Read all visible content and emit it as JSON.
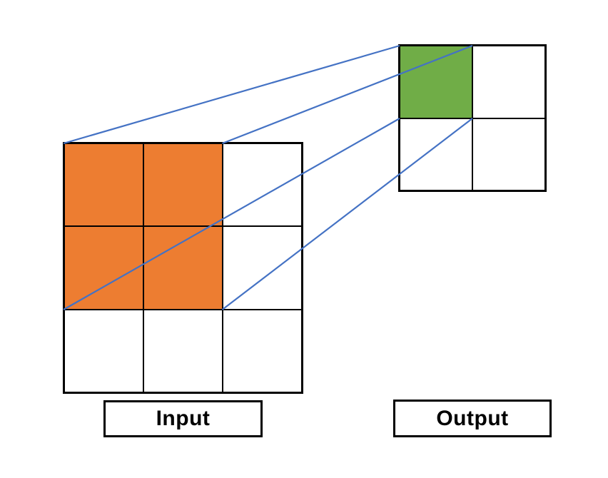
{
  "colors": {
    "background": "#FFFFFF",
    "grid-line": "#000000",
    "connector-blue": "#4472C4",
    "highlight-orange": "#ED7D31",
    "highlight-green": "#70AD47"
  },
  "input_grid": {
    "label": "Input",
    "rows": 3,
    "cols": 3,
    "highlighted_cells": [
      [
        0,
        0
      ],
      [
        0,
        1
      ],
      [
        1,
        0
      ],
      [
        1,
        1
      ]
    ],
    "highlight_color": "#ED7D31"
  },
  "output_grid": {
    "label": "Output",
    "rows": 2,
    "cols": 2,
    "highlighted_cells": [
      [
        0,
        0
      ]
    ],
    "highlight_color": "#70AD47"
  },
  "connections": [
    {
      "from": "input-highlight-corner-top-left",
      "to": "output-highlight-corner-top-left"
    },
    {
      "from": "input-highlight-corner-top-right",
      "to": "output-highlight-corner-top-right"
    },
    {
      "from": "input-highlight-corner-bottom-left",
      "to": "output-highlight-corner-bottom-left"
    },
    {
      "from": "input-highlight-corner-bottom-right",
      "to": "output-highlight-corner-bottom-right"
    }
  ]
}
